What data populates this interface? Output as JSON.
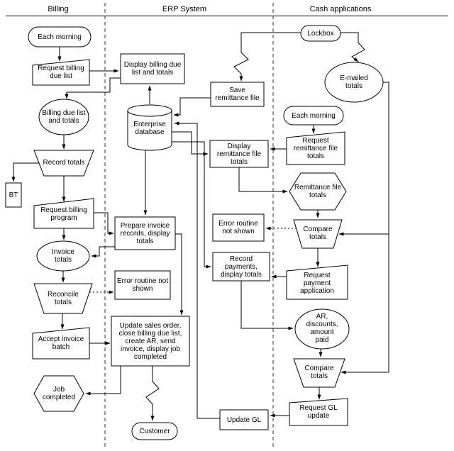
{
  "header": {
    "lanes": [
      "Billing",
      "ERP System",
      "Cash applications"
    ]
  },
  "colors": {
    "line": "#000000",
    "background": "#ffffff"
  },
  "nodes": {
    "each_morning_billing": "Each morning",
    "request_billing_due_list": "Request billing due list",
    "billing_due_list_and_totals": "Billing due list and totals",
    "record_totals": "Record totals",
    "bt": "BT",
    "request_billing_program": "Request billing program",
    "invoice_totals": "Invoice totals",
    "reconcile_totals": "Reconcile totals",
    "accept_invoice_batch": "Accept invoice batch",
    "job_completed": "Job completed",
    "display_billing_due_list": "Display billing due list and totals",
    "save_remittance_file": "Save remittance file",
    "enterprise_database": "Enterprise database",
    "display_remittance_file_totals": "Display remittance file totals",
    "prepare_invoice_records": "Prepare invoice records, display totals",
    "error_routine_1": "Error routine not shown",
    "record_payments": "Record payments, display totals",
    "error_routine_2": "Error routine not shown",
    "update_sales_order": "Update sales order, close billing due list, create AR, send invoice, display job completed",
    "update_gl": "Update GL",
    "customer": "Customer",
    "lockbox": "Lockbox",
    "emailed_totals": "E-mailed totals",
    "each_morning_cash": "Each morning",
    "request_remittance_file_totals": "Request remittance file totals",
    "remittance_file_totals": "Remittance file totals",
    "compare_totals_1": "Compare totals",
    "request_payment_application": "Request payment application",
    "ar_discounts_amount_paid": "AR, discounts, amount paid",
    "compare_totals_2": "Compare totals",
    "request_gl_update": "Request GL update"
  }
}
